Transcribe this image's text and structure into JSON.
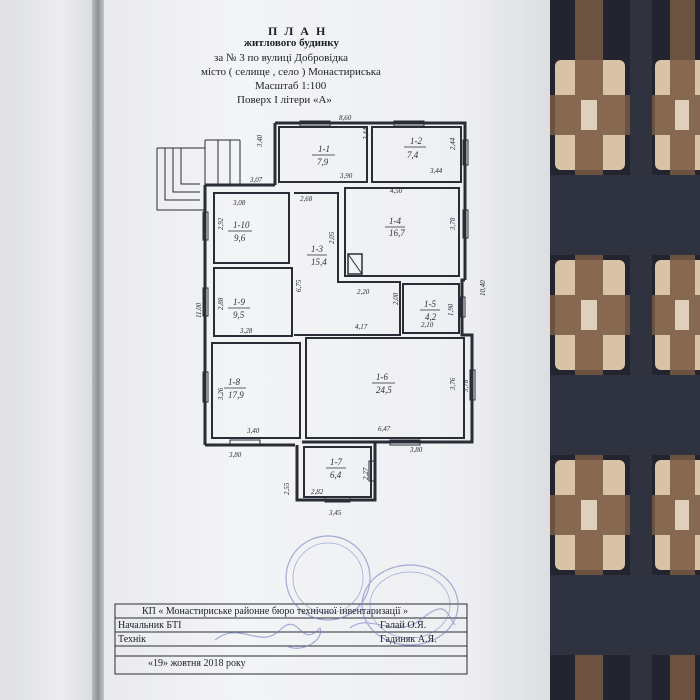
{
  "header": {
    "title": "П Л А Н",
    "subtitle": "житлового будинку",
    "address_line": "за  № 3  по  вулиці  Добровідка",
    "city_line": "місто ( селище , село )  Монастириська",
    "scale_line": "Масштаб 1:100",
    "floor_line": "Поверх    І    літери   «А»"
  },
  "plan": {
    "rooms": [
      {
        "id": "1-1",
        "area": "7,9"
      },
      {
        "id": "1-2",
        "area": "7,4"
      },
      {
        "id": "1-3",
        "area": "15,4"
      },
      {
        "id": "1-4",
        "area": "16,7"
      },
      {
        "id": "1-5",
        "area": "4,2"
      },
      {
        "id": "1-6",
        "area": "24,5"
      },
      {
        "id": "1-7",
        "area": "6,4"
      },
      {
        "id": "1-8",
        "area": "17,9"
      },
      {
        "id": "1-9",
        "area": "9,5"
      },
      {
        "id": "1-10",
        "area": "9,6"
      }
    ],
    "dims": [
      "8,60",
      "3,40",
      "2,44",
      "2,44",
      "3,90",
      "3,44",
      "3,07",
      "3,08",
      "2,68",
      "4,50",
      "2,92",
      "3,78",
      "2,05",
      "6,75",
      "2,20",
      "2,00",
      "3,28",
      "2,88",
      "11,00",
      "4,17",
      "2,10",
      "1,90",
      "10,40",
      "3,26",
      "3,76",
      "3,78",
      "3,40",
      "6,47",
      "3,80",
      "3,80",
      "2,27",
      "2,55",
      "2,82",
      "3,45"
    ]
  },
  "stamp_table": {
    "org": "КП  « Монастириське районне бюро технічної інвентаризації »",
    "rows": [
      {
        "role": "Начальник БТІ",
        "name": "Галай  О.Я."
      },
      {
        "role": "Технік",
        "name": "Гадиняк А.Я."
      }
    ],
    "date": "«19»   жовтня   2018  року"
  },
  "colors": {
    "ink": "#1d1f2a",
    "stamp": "#6f7bc0",
    "paper": "#f1f2f4"
  }
}
